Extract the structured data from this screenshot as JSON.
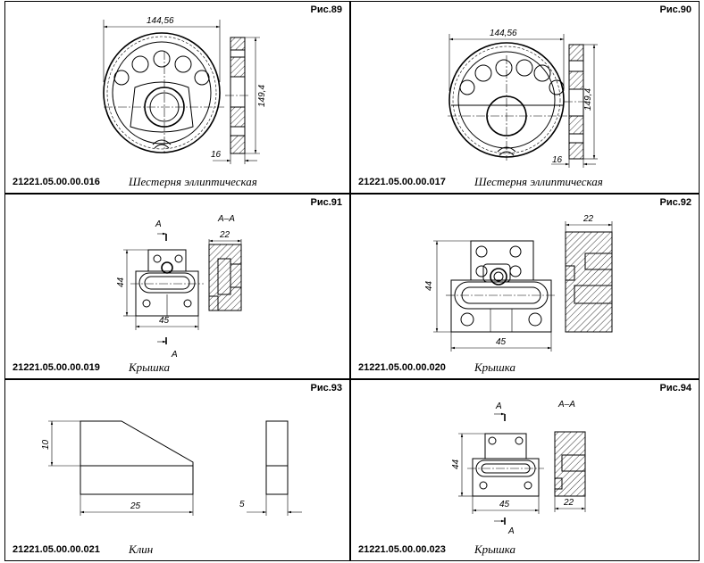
{
  "panels": [
    {
      "figure": "Рис.89",
      "code": "21221.05.00.00.016",
      "name": "Шестерня эллиптическая",
      "dims": [
        "144,56",
        "149,4",
        "16"
      ]
    },
    {
      "figure": "Рис.90",
      "code": "21221.05.00.00.017",
      "name": "Шестерня эллиптическая",
      "dims": [
        "144,56",
        "149,4",
        "16"
      ]
    },
    {
      "figure": "Рис.91",
      "code": "21221.05.00.00.019",
      "name": "Крышка",
      "dims": [
        "44",
        "45",
        "22",
        "А",
        "А–А"
      ]
    },
    {
      "figure": "Рис.92",
      "code": "21221.05.00.00.020",
      "name": "Крышка",
      "dims": [
        "44",
        "45",
        "22"
      ]
    },
    {
      "figure": "Рис.93",
      "code": "21221.05.00.00.021",
      "name": "Клин",
      "dims": [
        "10",
        "25",
        "5"
      ]
    },
    {
      "figure": "Рис.94",
      "code": "21221.05.00.00.023",
      "name": "Крышка",
      "dims": [
        "44",
        "45",
        "22",
        "А",
        "А–А"
      ]
    }
  ]
}
